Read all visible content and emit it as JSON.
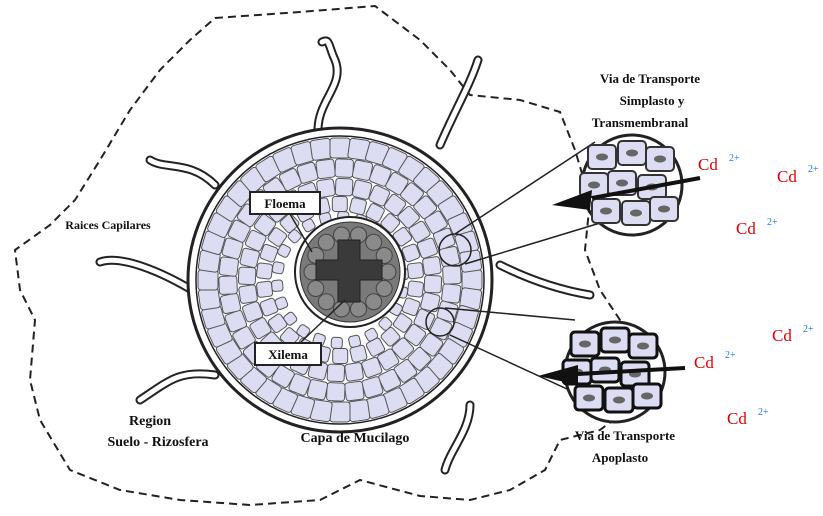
{
  "labels": {
    "floema": "Floema",
    "xilema": "Xilema",
    "raices": "Raices Capilares",
    "region_line1": "Region",
    "region_line2": "Suelo - Rizosfera",
    "mucilago": "Capa de Mucilago",
    "simplasto_line1": "Via de Transporte",
    "simplasto_line2": "Simplasto y",
    "simplasto_line3": "Transmembranal",
    "apoplasto_line1": "Via de Transporte",
    "apoplasto_line2": "Apoplasto"
  },
  "ions": [
    {
      "symbol": "Cd",
      "charge": "2+"
    },
    {
      "symbol": "Cd",
      "charge": "2+"
    },
    {
      "symbol": "Cd",
      "charge": "2+"
    },
    {
      "symbol": "Cd",
      "charge": "2+"
    },
    {
      "symbol": "Cd",
      "charge": "2+"
    },
    {
      "symbol": "Cd",
      "charge": "2+"
    }
  ],
  "colors": {
    "ion": "#e10000",
    "charge": "#1a7de0",
    "cell_fill": "#dcdcf2",
    "stele": "#555555",
    "outline": "#222222"
  }
}
